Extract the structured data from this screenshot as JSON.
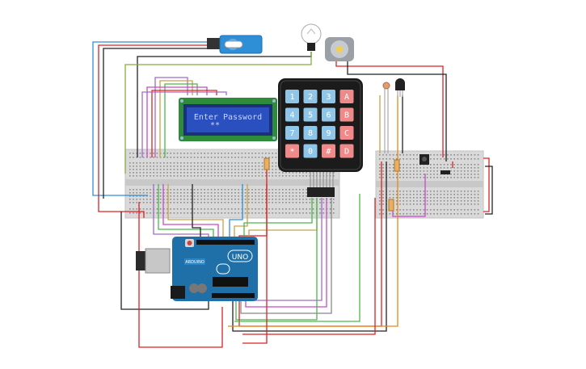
{
  "lcd": {
    "line1": "Enter Password",
    "line2": "**"
  },
  "keypad": {
    "keys": [
      [
        "1",
        "2",
        "3",
        "A"
      ],
      [
        "4",
        "5",
        "6",
        "B"
      ],
      [
        "7",
        "8",
        "9",
        "C"
      ],
      [
        "*",
        "0",
        "#",
        "D"
      ]
    ]
  },
  "arduino": {
    "model_label": "UNO",
    "brand_label": "ARDUINO"
  },
  "colors": {
    "breadboard": "#d9d9d9",
    "lcd_pcb": "#2e8b3a",
    "lcd_screen": "#2a4fbf",
    "lcd_text": "#c9d6ff",
    "keypad_body": "#1b1b1b",
    "key_number": "#8fc6e8",
    "key_letter": "#f08a8a",
    "arduino_pcb": "#1f6fa8",
    "servo": "#2f8fd6"
  }
}
